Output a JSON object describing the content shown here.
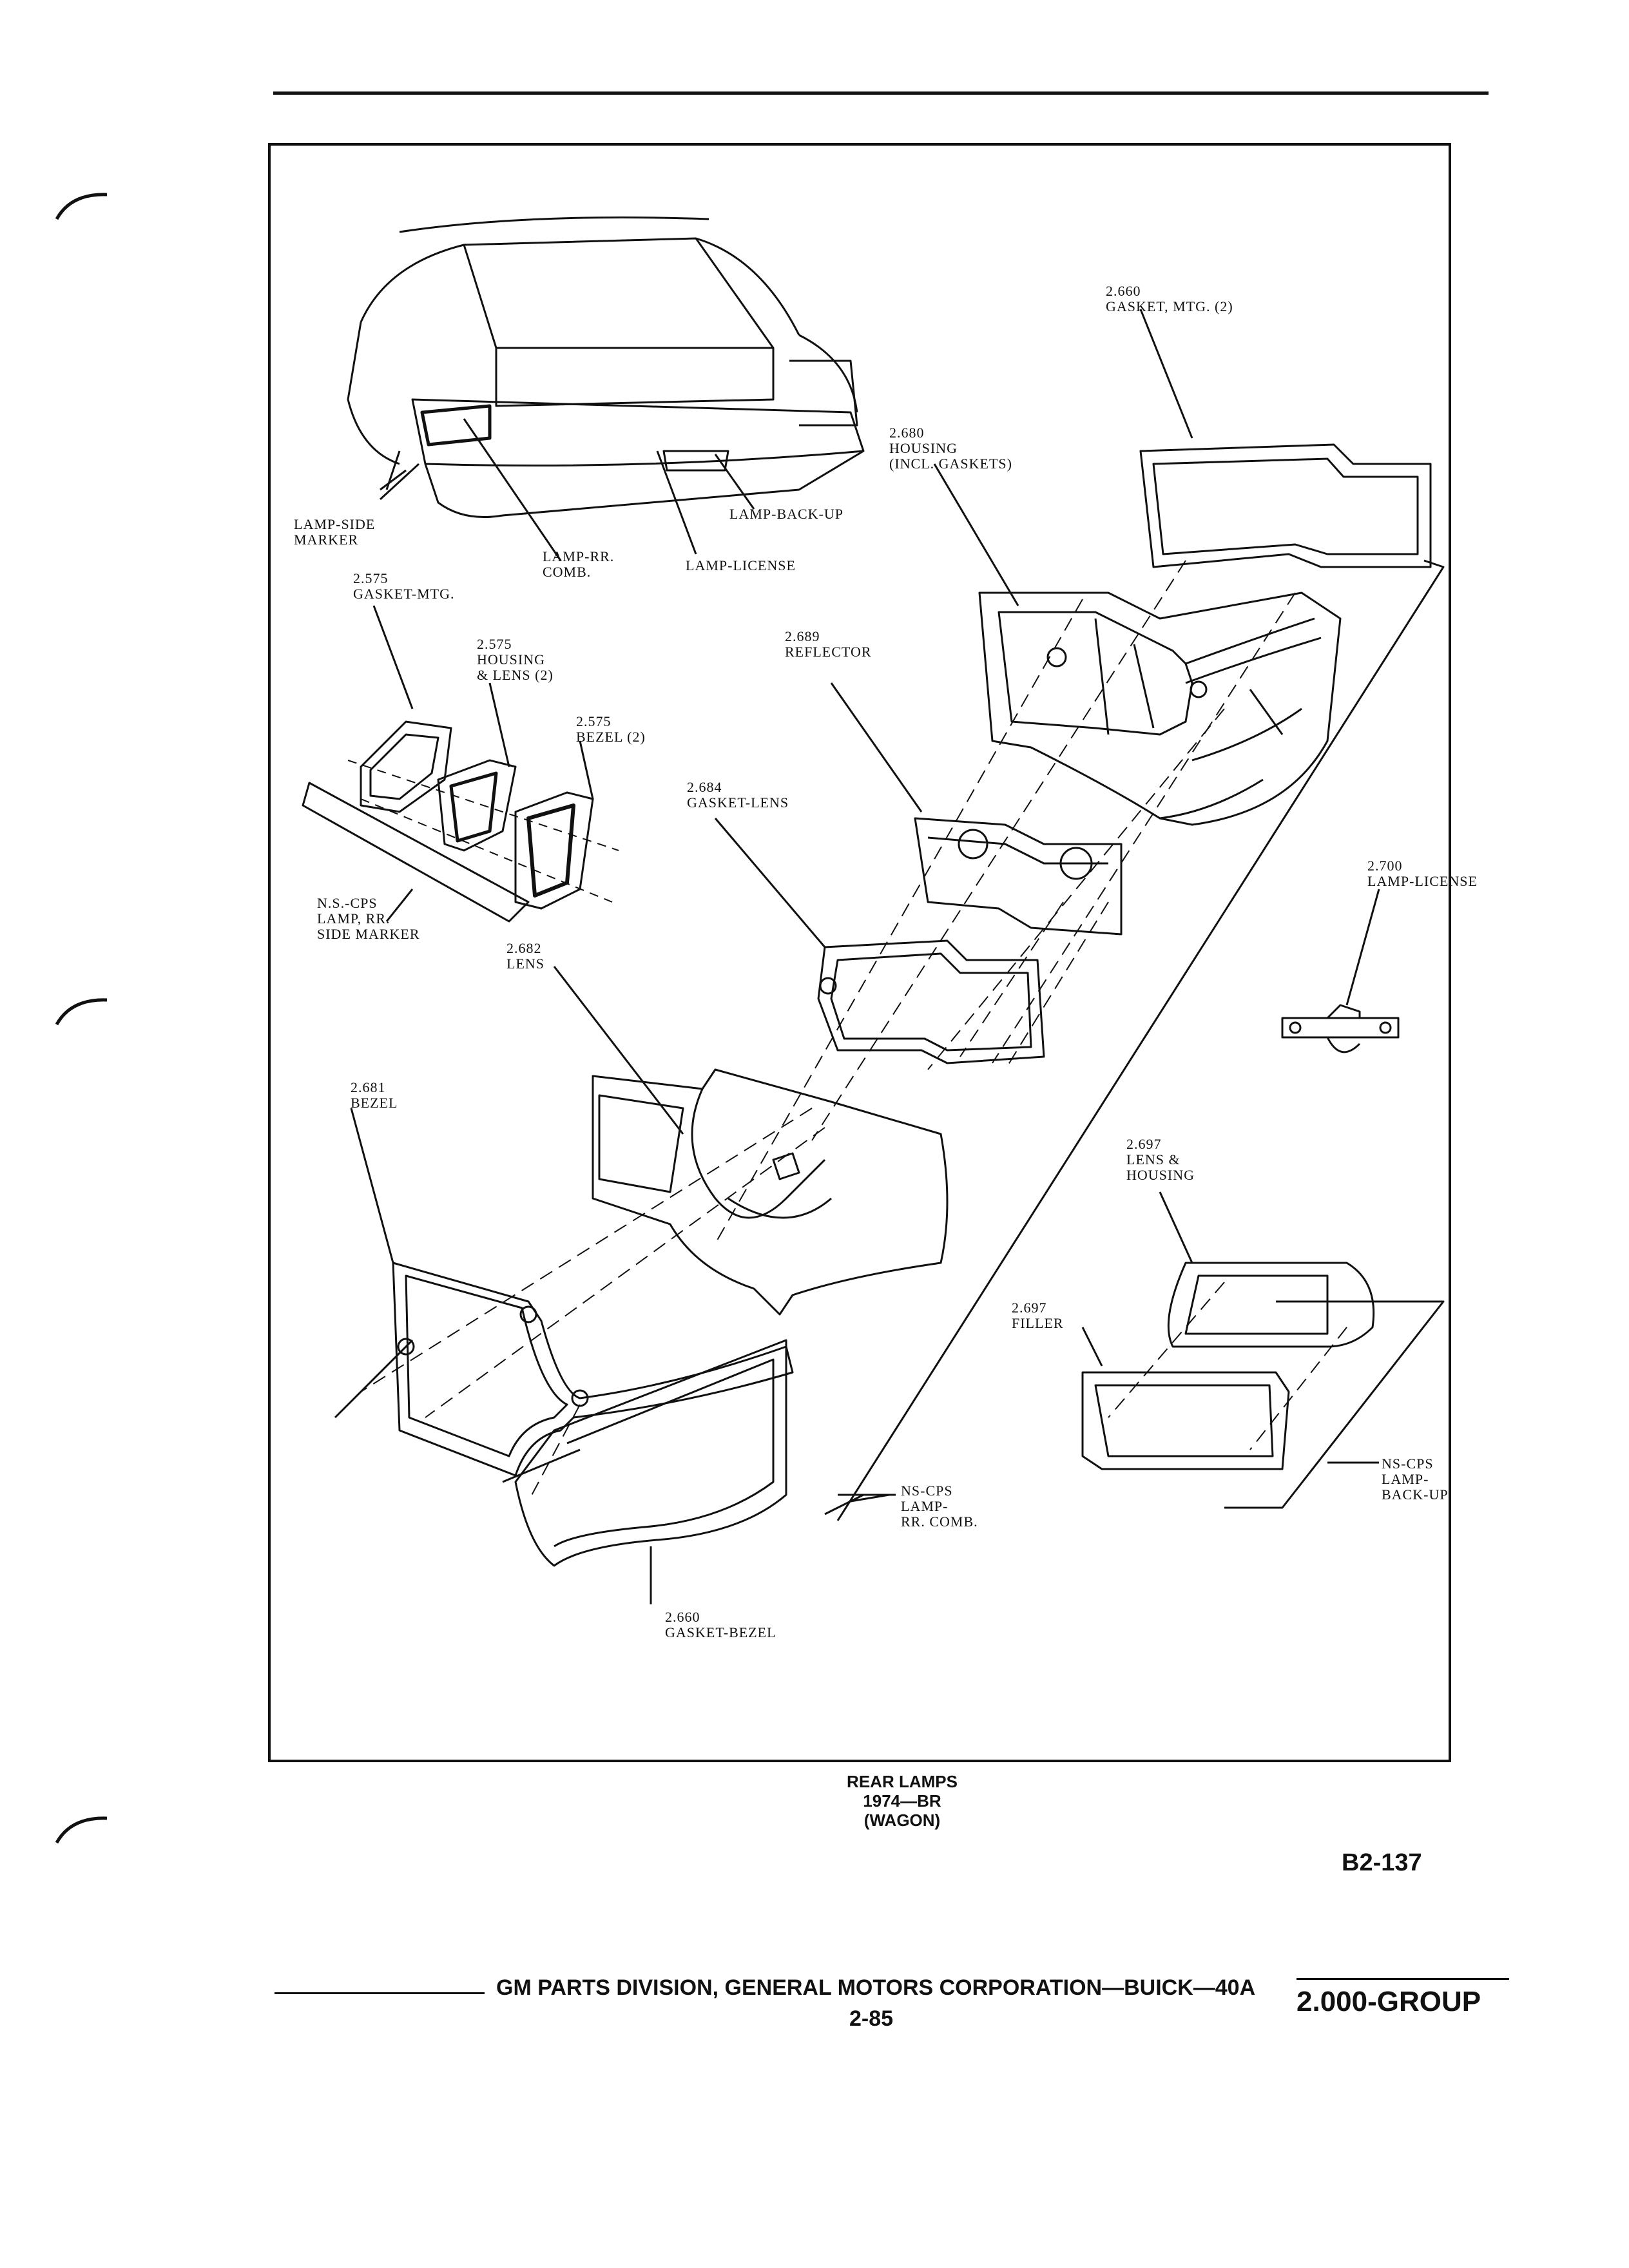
{
  "labels": {
    "gasket_mtg_2660": [
      "2.660",
      "GASKET, MTG. (2)"
    ],
    "housing_2680": [
      "2.680",
      "HOUSING",
      "(INCL. GASKETS)"
    ],
    "lamp_side_marker": [
      "LAMP-SIDE",
      "MARKER"
    ],
    "lamp_rr_comb": [
      "LAMP-RR.",
      "COMB."
    ],
    "lamp_back_up": [
      "LAMP-BACK-UP"
    ],
    "lamp_license": [
      "LAMP-LICENSE"
    ],
    "gasket_mtg_2575": [
      "2.575",
      "GASKET-MTG."
    ],
    "housing_lens_2575": [
      "2.575",
      "HOUSING",
      "& LENS (2)"
    ],
    "bezel_2575": [
      "2.575",
      "BEZEL (2)"
    ],
    "reflector_2689": [
      "2.689",
      "REFLECTOR"
    ],
    "gasket_lens_2684": [
      "2.684",
      "GASKET-LENS"
    ],
    "ns_cps_side_marker": [
      "N.S.-CPS",
      "LAMP, RR.",
      "SIDE MARKER"
    ],
    "lamp_license_2700": [
      "2.700",
      "LAMP-LICENSE"
    ],
    "lens_2682": [
      "2.682",
      "LENS"
    ],
    "bezel_2681": [
      "2.681",
      "BEZEL"
    ],
    "lens_housing_2697": [
      "2.697",
      "LENS &",
      "HOUSING"
    ],
    "filler_2697": [
      "2.697",
      "FILLER"
    ],
    "ns_cps_back_up": [
      "NS-CPS",
      "LAMP-",
      "BACK-UP"
    ],
    "ns_cps_rr_comb": [
      "NS-CPS",
      "LAMP-",
      "RR. COMB."
    ],
    "gasket_bezel_2660": [
      "2.660",
      "GASKET-BEZEL"
    ]
  },
  "caption": {
    "line1": "REAR LAMPS",
    "line2": "1974—BR",
    "line3": "(WAGON)"
  },
  "page_code": "B2-137",
  "footer": {
    "title": "GM PARTS DIVISION, GENERAL MOTORS CORPORATION—BUICK—40A",
    "page_number": "2-85",
    "group": "2.000-GROUP"
  }
}
